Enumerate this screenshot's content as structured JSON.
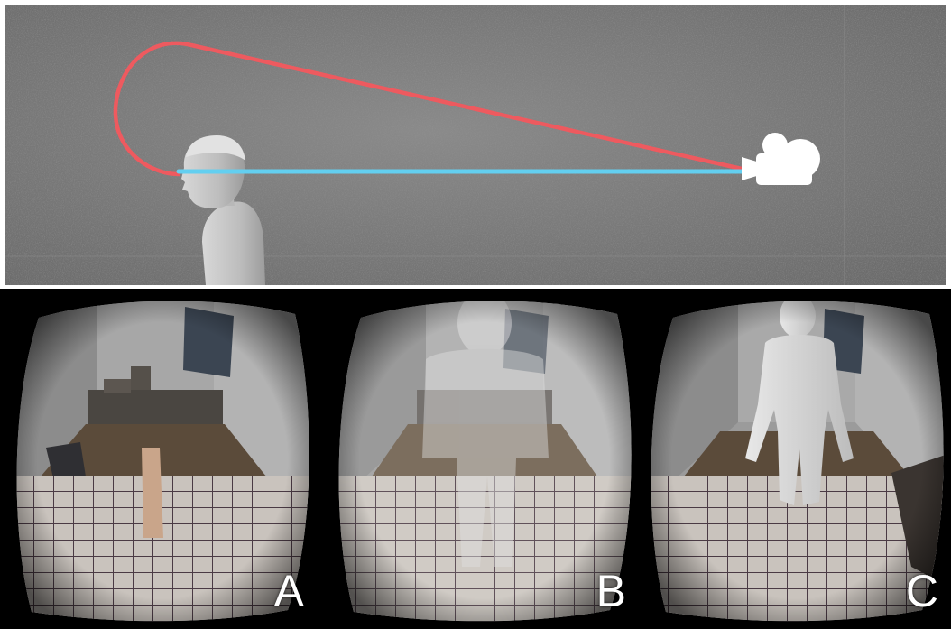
{
  "top_view": {
    "subject": "person-figure",
    "icons": [
      "camera-icon"
    ],
    "colors": {
      "wall": "#7b7b7b",
      "path_red": "#ee5a5f",
      "path_blue": "#63cff0"
    }
  },
  "panels": [
    {
      "label": "A"
    },
    {
      "label": "B"
    },
    {
      "label": "C"
    }
  ]
}
